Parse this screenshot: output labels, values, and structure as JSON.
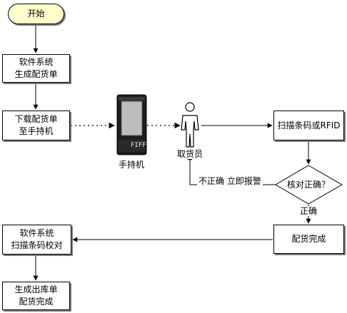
{
  "colors": {
    "start_fill": "#ffffcc",
    "stroke": "#000000",
    "shadow": "#7a7a7a"
  },
  "nodes": {
    "start": "开始",
    "generate_order": [
      "软件系统",
      "生成配货单"
    ],
    "download": [
      "下载配货单",
      "至手持机"
    ],
    "handheld_label": "手持机",
    "handheld_device_text": "FIFF",
    "picker_label": "取货员",
    "scan": "扫描条码或RFID",
    "check": "核对正确？",
    "incorrect": "不正确  立即报警",
    "correct": "正确",
    "pick_done": "配货完成",
    "system_check": [
      "软件系统",
      "扫描条码校对"
    ],
    "outbound": [
      "生成出库单",
      "配货完成"
    ]
  }
}
